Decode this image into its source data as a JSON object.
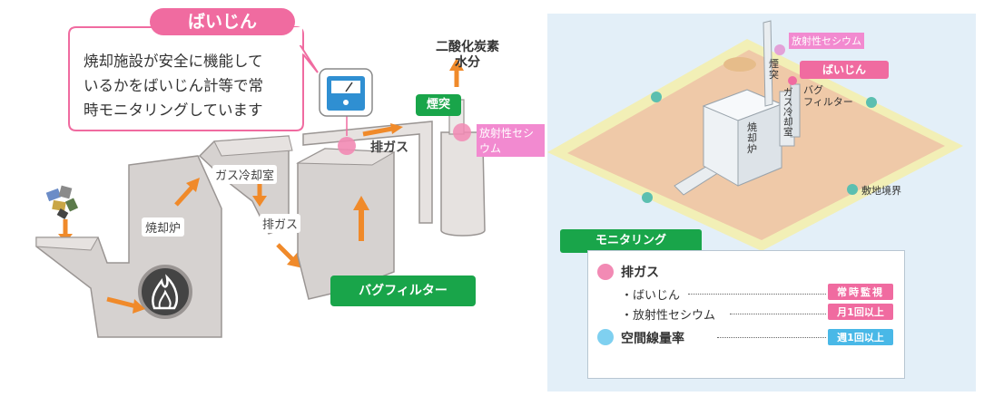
{
  "callout": {
    "title": "ばいじん",
    "lines": [
      "焼却施設が安全に機能して",
      "いるかをばいじん計等で常",
      "時モニタリングしています"
    ]
  },
  "left_labels": {
    "co2_water": [
      "二酸化炭素",
      "水分"
    ],
    "chimney": "煙突",
    "cesium": "放射性セシウム",
    "exhaust_gas_top": "排ガス",
    "gas_cooling": "ガス冷却室",
    "exhaust_gas_mid": "排ガス",
    "incinerator": "焼却炉",
    "bag_filter": "バグフィルター"
  },
  "right_labels": {
    "cesium": "放射性セシウム",
    "dust": "ばいじん",
    "chimney": "煙突",
    "bag_filter": [
      "バグ",
      "フィルター"
    ],
    "gas_cooling": "ガス冷却室",
    "incinerator": "焼却炉",
    "boundary": "敷地境界",
    "monitoring": "モニタリング"
  },
  "legend": {
    "exhaust_title": "排ガス",
    "items": [
      {
        "label": "・ばいじん",
        "freq": "常時監視"
      },
      {
        "label": "・放射性セシウム",
        "freq": "月1回以上"
      }
    ],
    "air_dose": {
      "label": "空間線量率",
      "freq": "週1回以上"
    }
  },
  "colors": {
    "pink": "#f06ba0",
    "green": "#19a54a",
    "orange": "#f08a2a",
    "blue": "#49b8e7",
    "ground": "#efc9a8",
    "field_edge": "#f2efb6",
    "plant_gray": "#d6d2d0"
  }
}
